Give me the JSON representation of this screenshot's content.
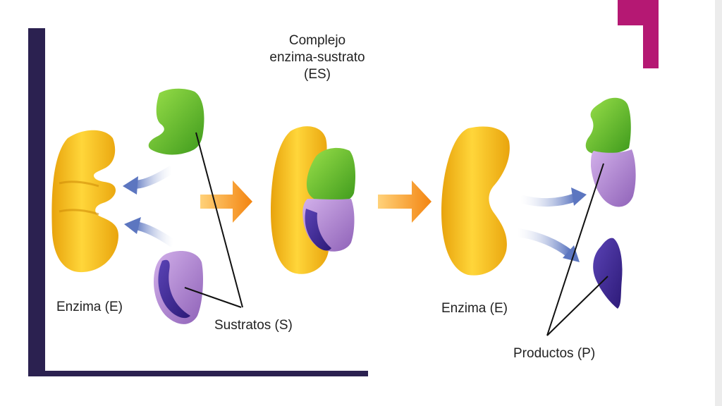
{
  "labels": {
    "complex_line1": "Complejo",
    "complex_line2": "enzima-sustrato",
    "complex_line3": "(ES)",
    "enzyme_left": "Enzima (E)",
    "substrates": "Sustratos (S)",
    "enzyme_right": "Enzima (E)",
    "products": "Productos (P)"
  },
  "colors": {
    "enzyme": "#f2b416",
    "substrate_green": "#5cb82a",
    "substrate_purple": "#a57bc4",
    "substrate_dark_purple": "#3f2a8c",
    "orange_arrow": "#f59a1e",
    "blue_arrow": "#6f86c7",
    "frame_navy": "#2b2150",
    "corner_magenta": "#b51873"
  }
}
